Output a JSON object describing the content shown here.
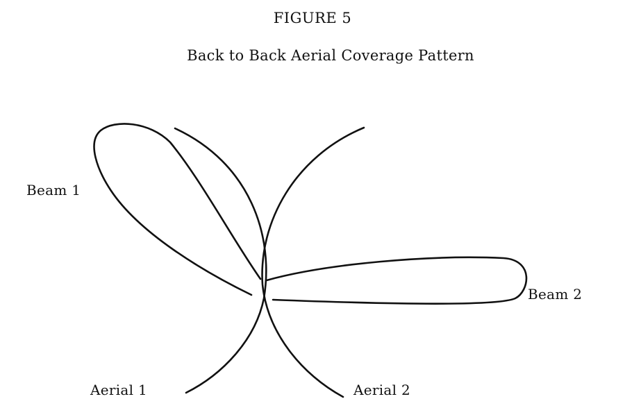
{
  "figure": {
    "number": "FIGURE 5",
    "title": "Back to Back Aerial Coverage Pattern"
  },
  "labels": {
    "beam_1": "Beam 1",
    "beam_2": "Beam 2",
    "aerial_1": "Aerial 1",
    "aerial_2": "Aerial 2"
  },
  "colors": {
    "line": "#111111",
    "background": "#ffffff"
  }
}
